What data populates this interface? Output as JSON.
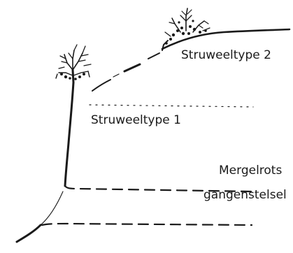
{
  "labels": {
    "struweeltype_2": "Struweeltype 2",
    "struweeltype_1": "Struweeltype 1",
    "mergelrots": "Mergelrots",
    "gangenstelsel": "gangenstelsel"
  },
  "colors": {
    "ink": "#1a1a1a",
    "background": "#ffffff"
  }
}
